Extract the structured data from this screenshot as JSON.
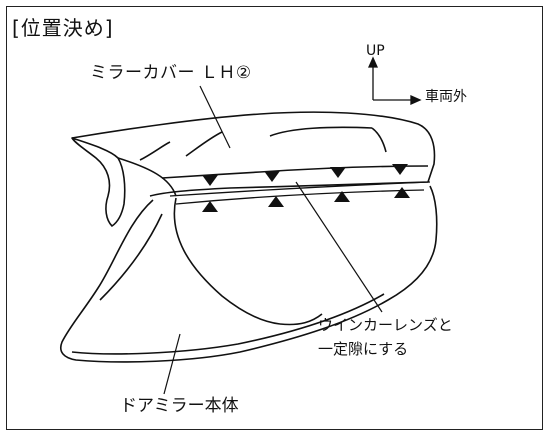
{
  "title": "[位置決め]",
  "labels": {
    "mirror_cover": "ミラーカバー ＬＨ②",
    "up": "UP",
    "vehicle_outside": "車両外",
    "lens_note_line1": "ウインカーレンズと",
    "lens_note_line2": "一定隙にする",
    "mirror_body": "ドアミラー本体"
  },
  "markers": {
    "down_triangles": 4,
    "up_triangles": 4
  }
}
